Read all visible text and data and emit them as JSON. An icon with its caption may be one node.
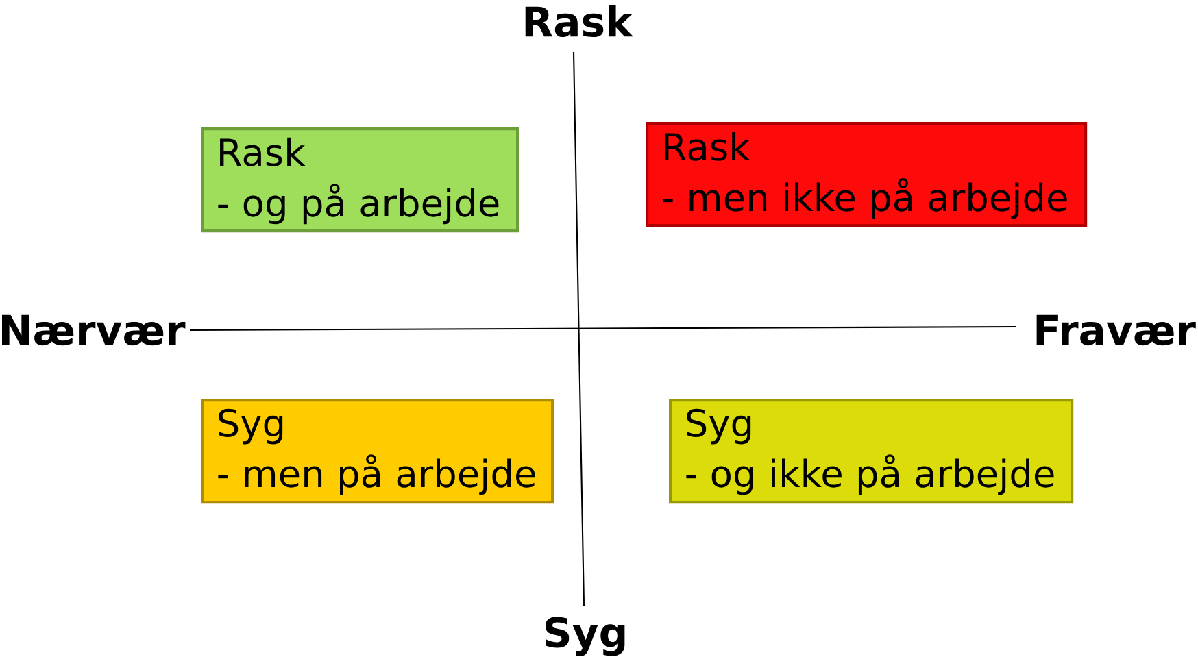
{
  "diagram": {
    "nodes": [
      {
        "text": [
          "Rask",
          "- og på arbejde"
        ]
      },
      {
        "text": [
          "Rask",
          "- men ikke på arbejde"
        ]
      },
      {
        "text": [
          "Syg",
          "- men på arbejde"
        ]
      },
      {
        "text": [
          "Syg",
          "- og ikke på arbejde"
        ]
      }
    ],
    "edges": [],
    "labels": [
      "Rask",
      "Nærvær",
      "Fravær",
      "Syg"
    ]
  }
}
